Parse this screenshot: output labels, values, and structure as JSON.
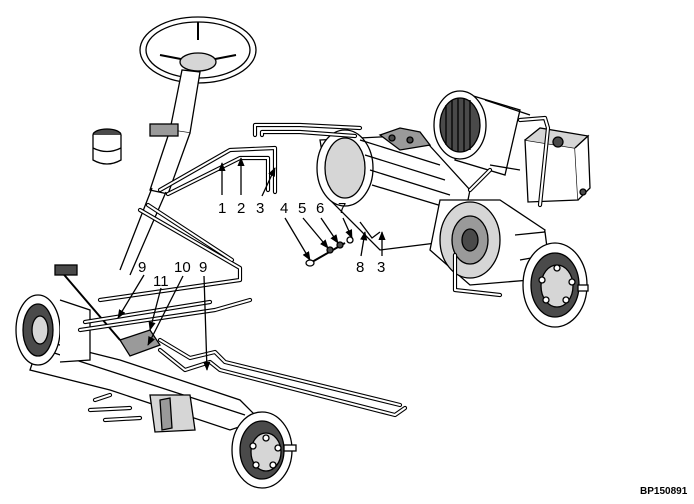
{
  "figure": {
    "code": "BP150891",
    "callouts": [
      "1",
      "2",
      "3",
      "4",
      "5",
      "6",
      "7",
      "8",
      "3",
      "9",
      "11",
      "10",
      "9"
    ]
  }
}
